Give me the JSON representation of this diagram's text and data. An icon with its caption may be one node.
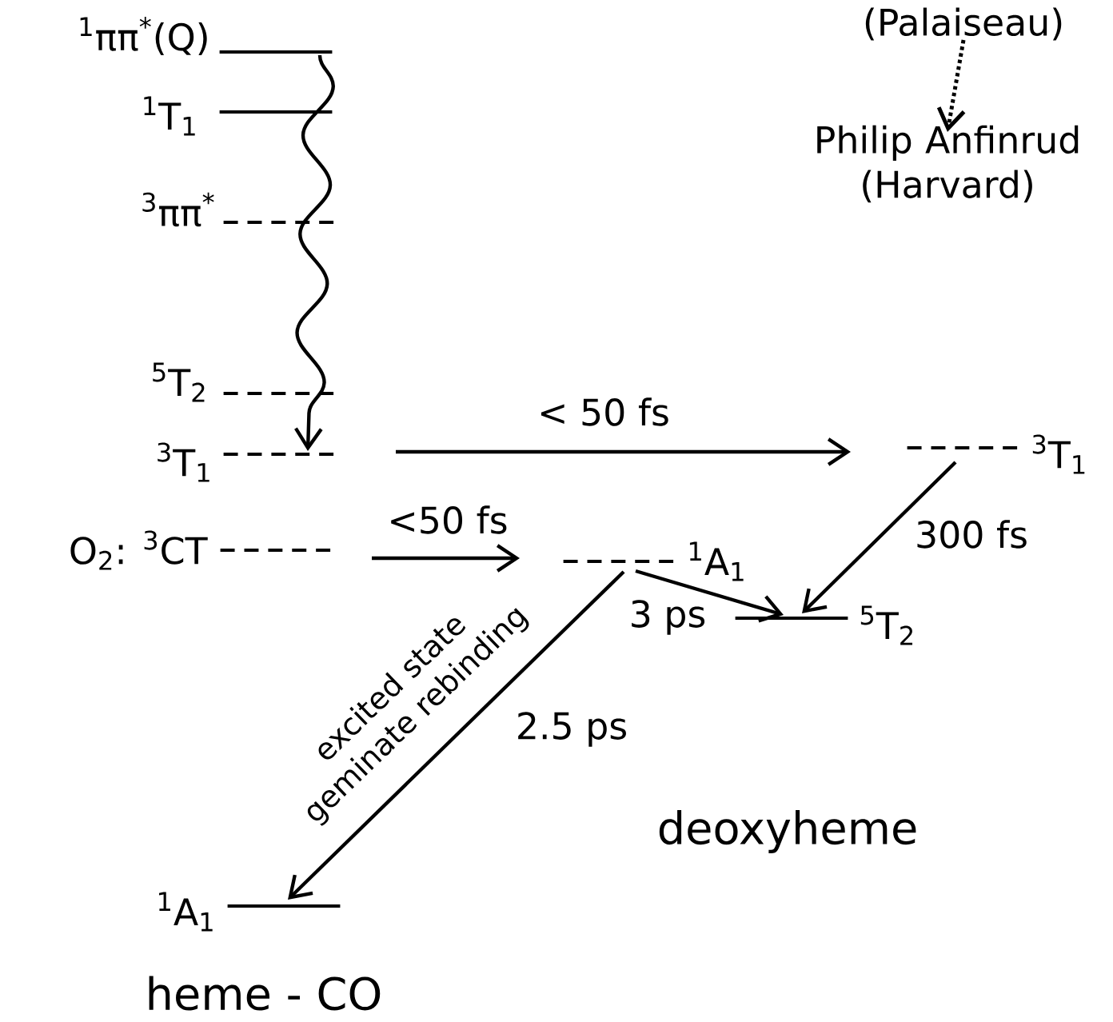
{
  "diagram": {
    "nodes": [
      {
        "text": [],
        "shape": "line",
        "beside": [
          "$^{1}$ππ$^{*}$(Q)"
        ]
      },
      {
        "text": [],
        "shape": "line",
        "beside": [
          "$^{1}$T$_{1}$"
        ]
      },
      {
        "text": [],
        "shape": "dashed-line",
        "beside": [
          "$^{3}$ππ$^{*}$"
        ]
      },
      {
        "text": [],
        "shape": "dashed-line",
        "beside": [
          "$^{5}$T$_{2}$"
        ]
      },
      {
        "text": [],
        "shape": "dashed-line",
        "beside": [
          "$^{3}$T$_{1}$"
        ]
      },
      {
        "text": [],
        "shape": "dashed-line",
        "beside": [
          "O$_{2}$: $^{3}$CT"
        ]
      },
      {
        "text": [],
        "shape": "dashed-line",
        "beside": [
          "$^{3}$T$_{1}$"
        ]
      },
      {
        "text": [],
        "shape": "dashed-line",
        "beside": [
          "$^{1}$A$_{1}$"
        ]
      },
      {
        "text": [],
        "shape": "line",
        "beside": [
          "$^{5}$T$_{2}$"
        ]
      },
      {
        "text": [],
        "shape": "line",
        "beside": [
          "$^{1}$A$_{1}$"
        ]
      },
      {
        "text": [
          "(Palaiseau)"
        ]
      },
      {
        "text": [
          "Philip Anfinrud (Harvard)"
        ]
      }
    ],
    "edges": [
      {
        "from": 0,
        "to": 4,
        "arrow": "to"
      },
      {
        "from": 4,
        "to": 6,
        "arrow": "to",
        "label": "< 50 fs"
      },
      {
        "from": 5,
        "to": 7,
        "arrow": "to",
        "label": "<50 fs"
      },
      {
        "from": 6,
        "to": 8,
        "arrow": "to",
        "label": "300 fs"
      },
      {
        "from": 7,
        "to": 8,
        "arrow": "to",
        "label": "3 ps"
      },
      {
        "from": 7,
        "to": 9,
        "arrow": "to",
        "label": "2.5 ps"
      },
      {
        "from": 10,
        "to": 11,
        "arrow": "to",
        "style": "dashed"
      }
    ],
    "labels": [
      "excited state geminate rebinding",
      "deoxyheme",
      "heme - CO"
    ]
  }
}
